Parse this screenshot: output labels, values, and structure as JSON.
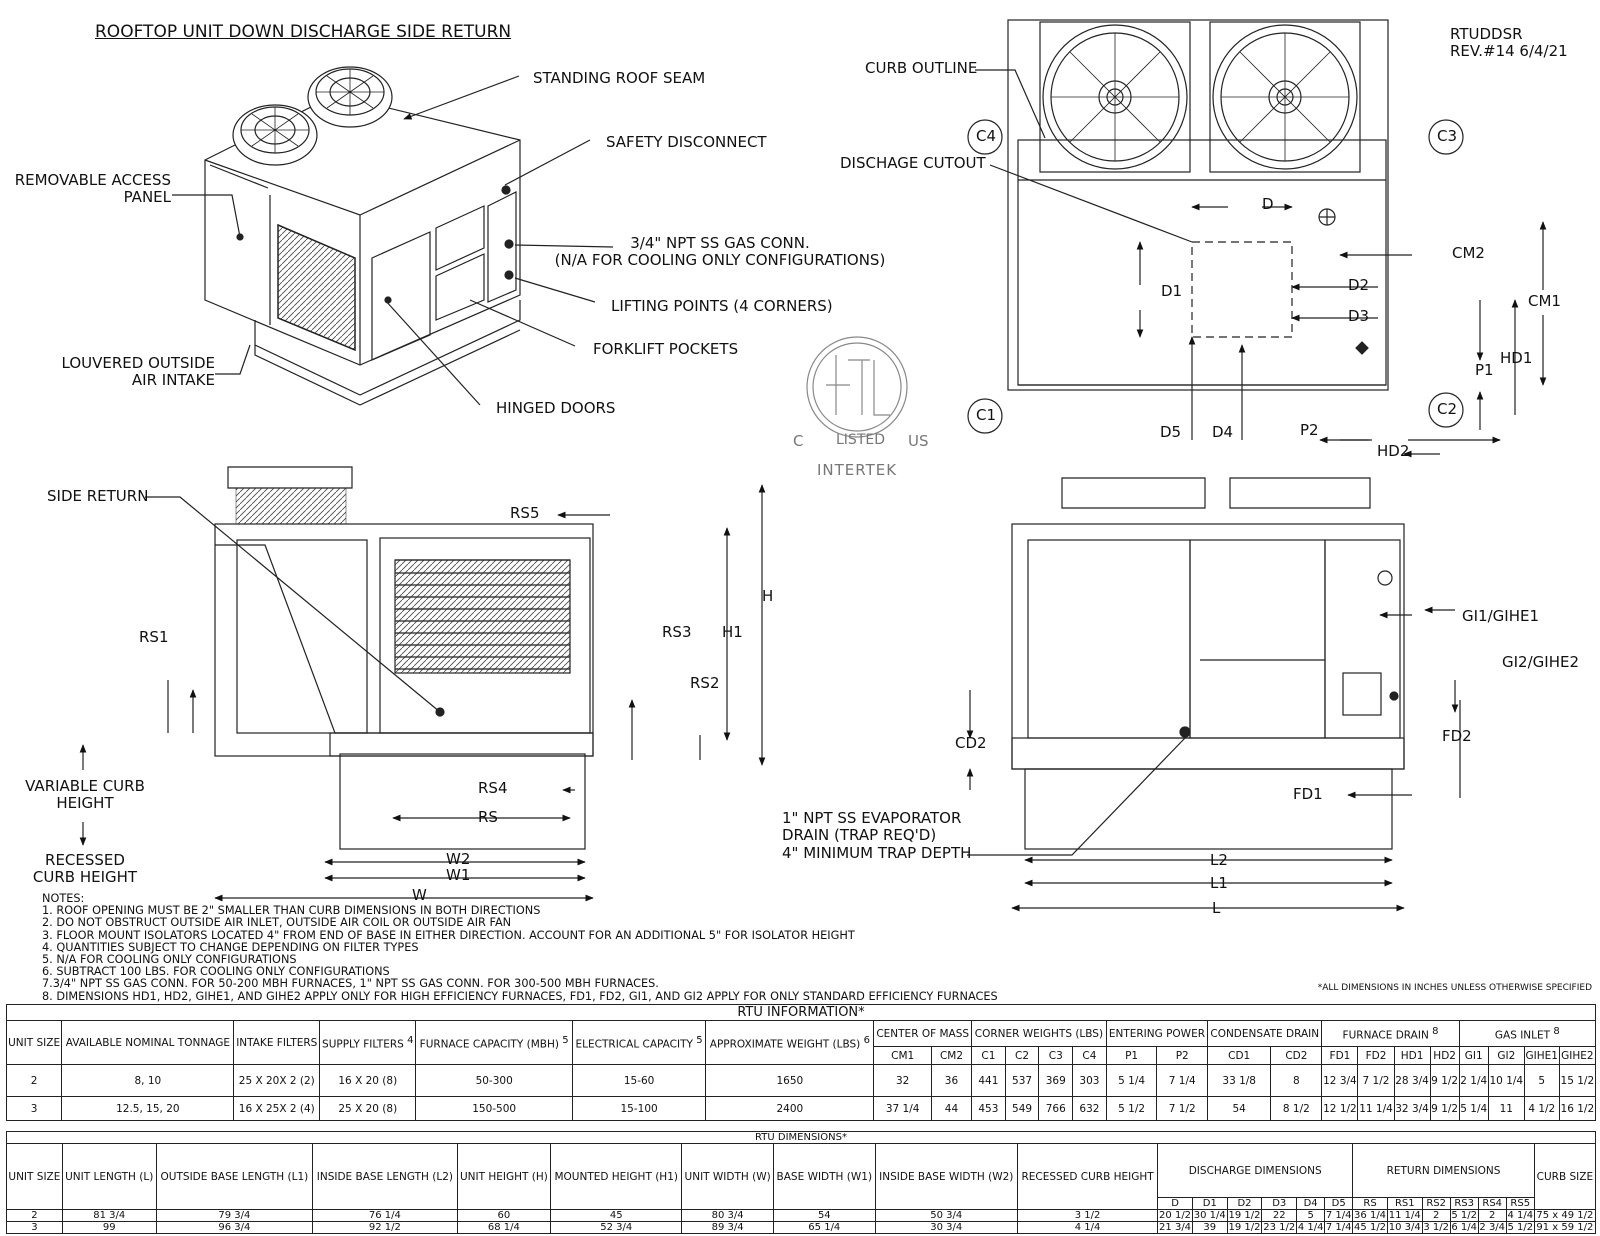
{
  "title": "ROOFTOP UNIT DOWN DISCHARGE SIDE RETURN",
  "rev": [
    "RTUDDSR",
    "REV.#14 6/4/21"
  ],
  "callouts": {
    "standing_seam": "STANDING ROOF SEAM",
    "safety_disconnect": "SAFETY DISCONNECT",
    "removable_panel": [
      "REMOVABLE ACCESS",
      "PANEL"
    ],
    "gas_conn": [
      "3/4\" NPT SS GAS CONN.",
      "(N/A FOR COOLING ONLY CONFIGURATIONS)"
    ],
    "lifting": "LIFTING POINTS (4 CORNERS)",
    "forklift": "FORKLIFT POCKETS",
    "louvered": [
      "LOUVERED OUTSIDE",
      "AIR INTAKE"
    ],
    "hinged": "HINGED DOORS",
    "curb_outline": "CURB OUTLINE",
    "discharge_cutout": "DISCHAGE CUTOUT",
    "side_return": "SIDE RETURN",
    "variable_curb": [
      "VARIABLE CURB",
      "HEIGHT"
    ],
    "recessed_curb": [
      "RECESSED",
      "CURB HEIGHT"
    ],
    "evap_drain": [
      "1\" NPT SS EVAPORATOR",
      "DRAIN (TRAP REQ'D)",
      "4\" MINIMUM TRAP DEPTH"
    ]
  },
  "dims": {
    "D": "D",
    "D1": "D1",
    "D2": "D2",
    "D3": "D3",
    "D4": "D4",
    "D5": "D5",
    "CM1": "CM1",
    "CM2": "CM2",
    "HD1": "HD1",
    "HD2": "HD2",
    "P1": "P1",
    "P2": "P2",
    "C1": "C1",
    "C2": "C2",
    "C3": "C3",
    "C4": "C4",
    "RS": "RS",
    "RS1": "RS1",
    "RS2": "RS2",
    "RS3": "RS3",
    "RS4": "RS4",
    "RS5": "RS5",
    "H": "H",
    "H1": "H1",
    "W": "W",
    "W1": "W1",
    "W2": "W2",
    "L": "L",
    "L1": "L1",
    "L2": "L2",
    "CD2": "CD2",
    "FD1": "FD1",
    "FD2": "FD2",
    "GI1": "GI1/GIHE1",
    "GI2": "GI2/GIHE2"
  },
  "etl": {
    "c": "C",
    "us": "US",
    "listed": "LISTED",
    "intertek": "INTERTEK"
  },
  "notes": [
    "NOTES:",
    "1. ROOF OPENING MUST BE 2\" SMALLER THAN CURB DIMENSIONS IN BOTH DIRECTIONS",
    "2. DO NOT OBSTRUCT OUTSIDE AIR INLET, OUTSIDE AIR COIL OR OUTSIDE AIR FAN",
    "3. FLOOR MOUNT ISOLATORS LOCATED 4\" FROM END OF BASE IN EITHER DIRECTION. ACCOUNT FOR AN ADDITIONAL 5\" FOR ISOLATOR HEIGHT",
    "4. QUANTITIES SUBJECT TO CHANGE DEPENDING ON FILTER TYPES",
    "5. N/A FOR COOLING ONLY CONFIGURATIONS",
    "6. SUBTRACT 100 LBS. FOR COOLING ONLY CONFIGURATIONS",
    "7.3/4\" NPT SS GAS CONN. FOR 50-200 MBH FURNACES, 1\" NPT SS GAS CONN. FOR 300-500 MBH FURNACES.",
    "8. DIMENSIONS HD1, HD2, GIHE1, AND GIHE2 APPLY ONLY FOR HIGH EFFICIENCY FURNACES, FD1, FD2, GI1, AND GI2 APPLY FOR ONLY STANDARD EFFICIENCY FURNACES"
  ],
  "all_dims_note": "*ALL DIMENSIONS IN INCHES UNLESS OTHERWISE SPECIFIED",
  "rtu_info": {
    "title": "RTU INFORMATION*",
    "groups": {
      "unit_size": "UNIT SIZE",
      "nominal": "AVAILABLE NOMINAL TONNAGE",
      "intake": "INTAKE FILTERS",
      "supply": "SUPPLY FILTERS",
      "furnace": "FURNACE CAPACITY (MBH)",
      "electrical": "ELECTRICAL CAPACITY",
      "weight": "APPROXIMATE WEIGHT (LBS)",
      "center_mass": "CENTER OF MASS",
      "corner": "CORNER WEIGHTS (LBS)",
      "entering": "ENTERING POWER",
      "condensate": "CONDENSATE DRAIN",
      "furnace_drain": "FURNACE DRAIN",
      "gas_inlet": "GAS INLET",
      "note_supply": "4",
      "note_furnace": "5",
      "note_elec": "5",
      "note_weight": "6",
      "note_fd": "8",
      "note_gas": "8"
    },
    "subheaders": [
      "CM1",
      "CM2",
      "C1",
      "C2",
      "C3",
      "C4",
      "P1",
      "P2",
      "CD1",
      "CD2",
      "FD1",
      "FD2",
      "HD1",
      "HD2",
      "GI1",
      "GI2",
      "GIHE1",
      "GIHE2"
    ],
    "rows": [
      [
        "2",
        "8, 10",
        "25 X 20X 2 (2)",
        "16 X 20 (8)",
        "50-300",
        "15-60",
        "1650",
        "32",
        "36",
        "441",
        "537",
        "369",
        "303",
        "5 1/4",
        "7 1/4",
        "33 1/8",
        "8",
        "12 3/4",
        "7 1/2",
        "28 3/4",
        "9 1/2",
        "2 1/4",
        "10 1/4",
        "5",
        "15 1/2"
      ],
      [
        "3",
        "12.5, 15, 20",
        "16 X 25X 2 (4)",
        "25 X 20 (8)",
        "150-500",
        "15-100",
        "2400",
        "37 1/4",
        "44",
        "453",
        "549",
        "766",
        "632",
        "5 1/2",
        "7 1/2",
        "54",
        "8 1/2",
        "12 1/2",
        "11 1/4",
        "32 3/4",
        "9 1/2",
        "5 1/4",
        "11",
        "4 1/2",
        "16 1/2"
      ]
    ]
  },
  "rtu_dims": {
    "title": "RTU DIMENSIONS*",
    "headers": {
      "unit_size": "UNIT SIZE",
      "length": "UNIT LENGTH (L)",
      "obl": "OUTSIDE BASE LENGTH (L1)",
      "ibl": "INSIDE BASE LENGTH (L2)",
      "height": "UNIT HEIGHT (H)",
      "mounted": "MOUNTED HEIGHT (H1)",
      "width": "UNIT WIDTH (W)",
      "bw": "BASE WIDTH (W1)",
      "ibw": "INSIDE BASE WIDTH (W2)",
      "recessed": "RECESSED CURB HEIGHT",
      "discharge": "DISCHARGE DIMENSIONS",
      "return": "RETURN DIMENSIONS",
      "curb": "CURB SIZE"
    },
    "sub": [
      "D",
      "D1",
      "D2",
      "D3",
      "D4",
      "D5",
      "RS",
      "RS1",
      "RS2",
      "RS3",
      "RS4",
      "RS5"
    ],
    "rows": [
      [
        "2",
        "81 3/4",
        "79 3/4",
        "76 1/4",
        "60",
        "45",
        "80 3/4",
        "54",
        "50 3/4",
        "3 1/2",
        "20 1/2",
        "30 1/4",
        "19 1/2",
        "22",
        "5",
        "7 1/4",
        "36 1/4",
        "11 1/4",
        "2",
        "5 1/2",
        "2",
        "4 1/4",
        "75 x 49 1/2"
      ],
      [
        "3",
        "99",
        "96 3/4",
        "92 1/2",
        "68 1/4",
        "52 3/4",
        "89 3/4",
        "65 1/4",
        "30 3/4",
        "4 1/4",
        "21 3/4",
        "39",
        "19 1/2",
        "23 1/2",
        "4 1/4",
        "7 1/4",
        "45 1/2",
        "10 3/4",
        "3 1/2",
        "6 1/4",
        "2 3/4",
        "5 1/2",
        "91 x 59 1/2"
      ]
    ]
  }
}
